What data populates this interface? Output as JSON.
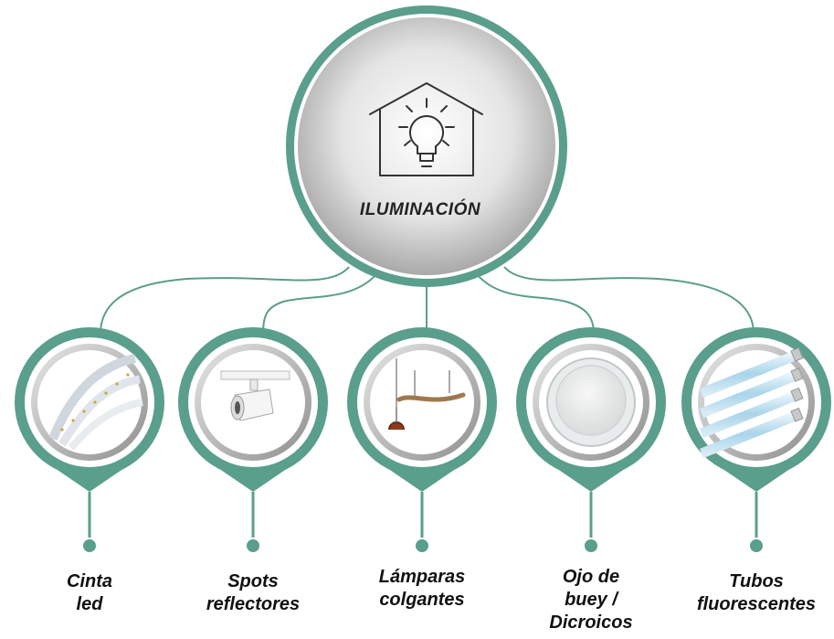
{
  "main": {
    "title": "ILUMINACIÓN",
    "icon": "house-lightbulb-icon"
  },
  "colors": {
    "teal": "#5a9e8c",
    "ring_gray": "#9a9a9a",
    "text": "#111111"
  },
  "items": [
    {
      "lines": [
        "Cinta",
        "led"
      ],
      "icon": "led-strip-image"
    },
    {
      "lines": [
        "Spots",
        "reflectores"
      ],
      "icon": "track-spot-image"
    },
    {
      "lines": [
        "Lámparas",
        "colgantes"
      ],
      "icon": "pendant-lamp-image"
    },
    {
      "lines": [
        "Ojo de",
        "buey /",
        "Dicroicos"
      ],
      "icon": "round-downlight-image"
    },
    {
      "lines": [
        "Tubos",
        "fluorescentes"
      ],
      "icon": "fluorescent-tube-image"
    }
  ]
}
